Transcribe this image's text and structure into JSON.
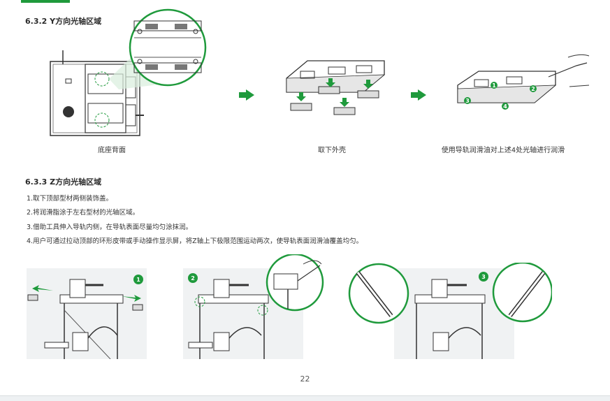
{
  "section_y": {
    "heading": "6.3.2 Y方向光轴区域",
    "captions": [
      "底座背面",
      "取下外壳",
      "使用导轨润滑油对上述4处光轴进行润滑"
    ],
    "badges": [
      "1",
      "2",
      "3",
      "4"
    ]
  },
  "section_z": {
    "heading": "6.3.3 Z方向光轴区域",
    "steps": [
      "1.取下顶部型材两侧装饰盖。",
      "2.将润滑脂涂于左右型材的光轴区域。",
      "3.借助工具伸入导轨内侧，在导轨表面尽量均匀涂抹润。",
      "4.用户可通过拉动顶部的环形皮带或手动操作显示屏，将Z轴上下极限范围运动两次，使导轨表面润滑油覆盖均匀。"
    ],
    "figure_badges": [
      "1",
      "2",
      "3"
    ]
  },
  "page_number": "22",
  "colors": {
    "accent": "#1f9a3c",
    "line": "#333333",
    "panel": "#f0f2f3"
  }
}
